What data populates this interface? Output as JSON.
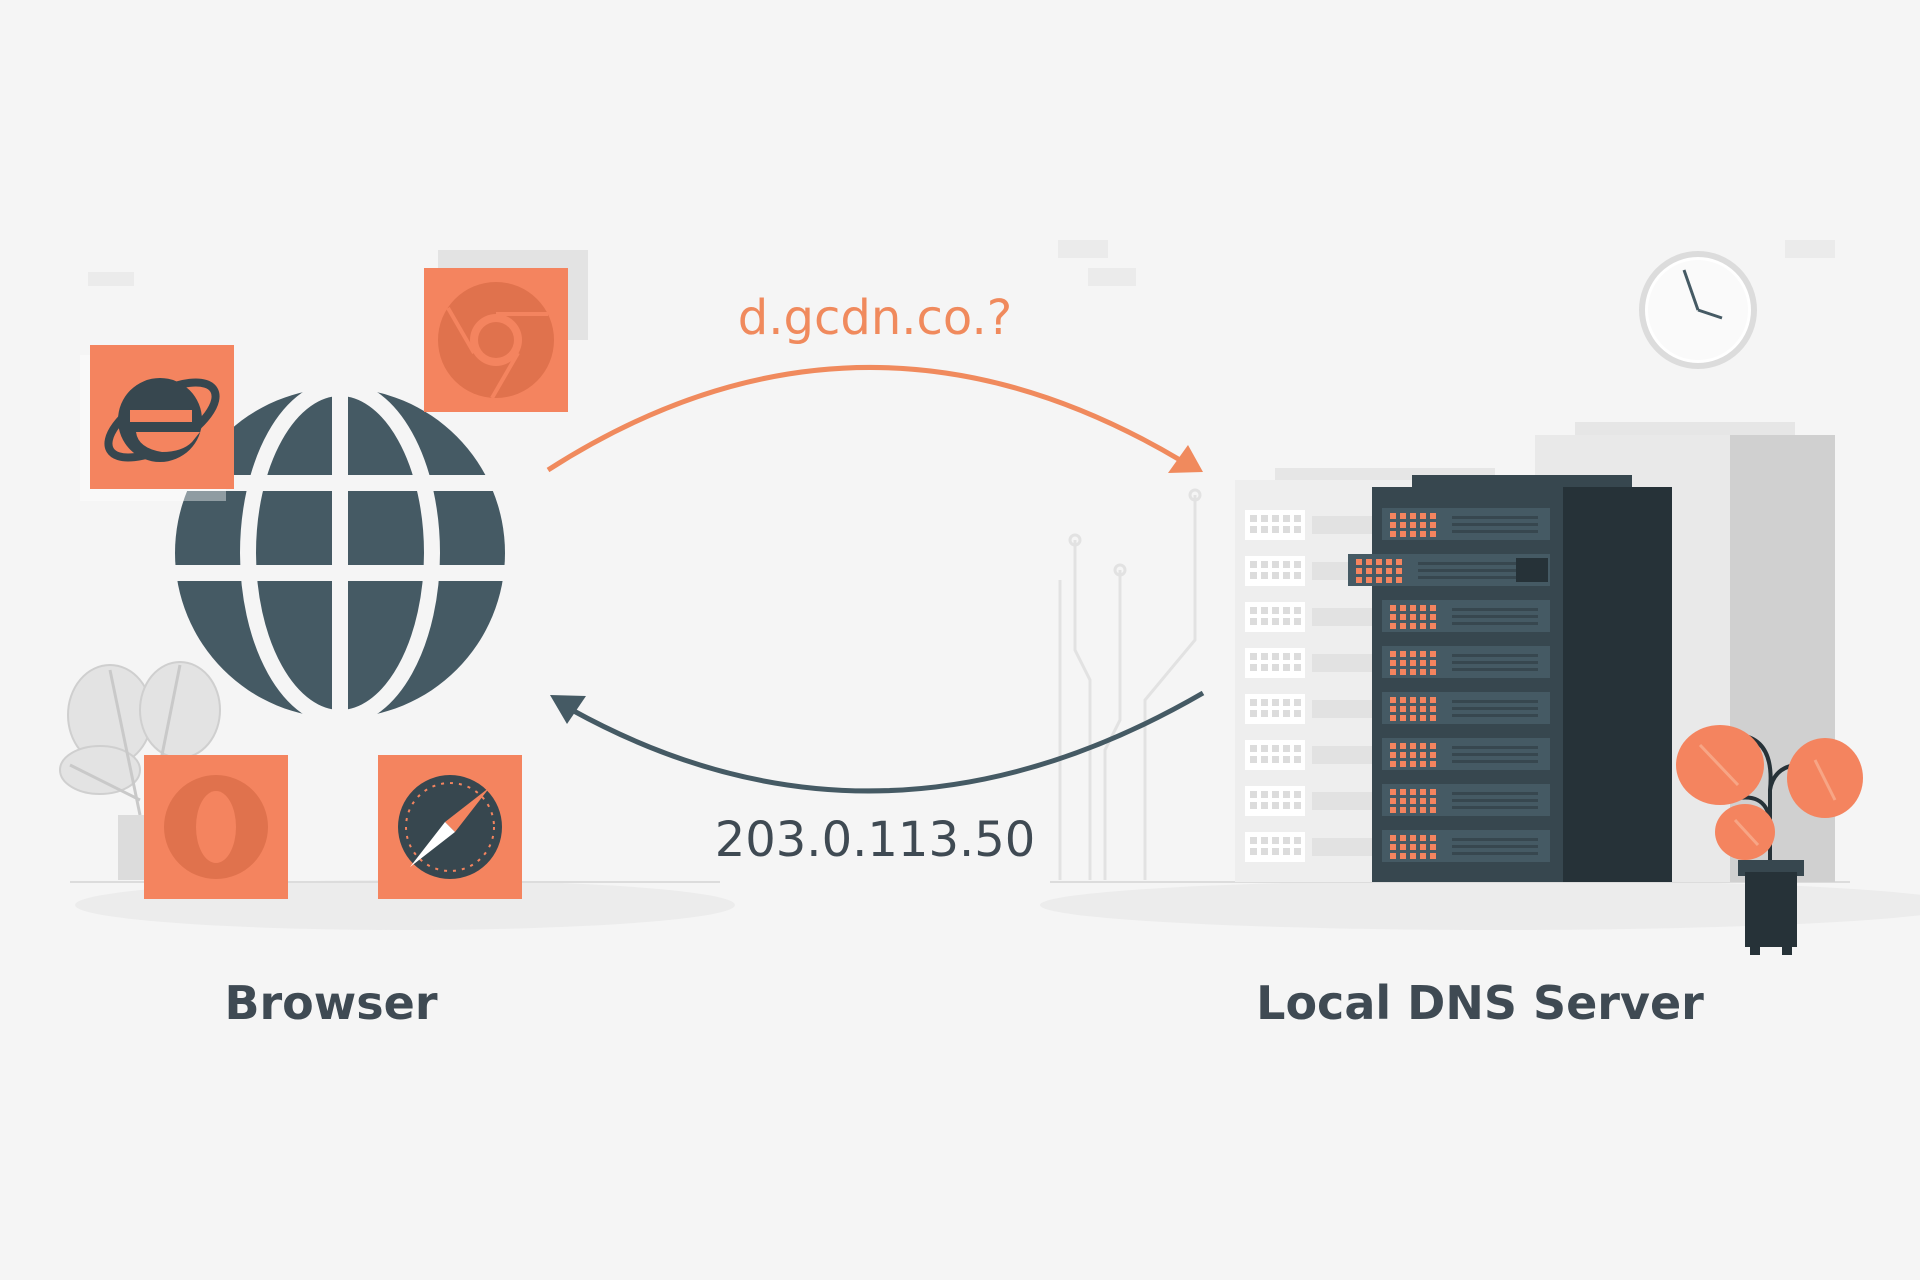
{
  "colors": {
    "background": "#f5f5f5",
    "accent": "#f4845f",
    "dark": "#3f4a53",
    "darker": "#263238",
    "light_gray": "#e6e6e6"
  },
  "diagram": {
    "query_text": "d.gcdn.co.?",
    "answer_text": "203.0.113.50",
    "left_node": {
      "label": "Browser",
      "icons": [
        "globe-icon",
        "internet-explorer-icon",
        "chrome-icon",
        "opera-icon",
        "safari-icon"
      ]
    },
    "right_node": {
      "label": "Local DNS Server",
      "icons": [
        "server-rack-icon",
        "wall-clock-icon",
        "potted-plant-icon"
      ]
    },
    "edges": [
      {
        "from": "Browser",
        "to": "Local DNS Server",
        "label": "d.gcdn.co.?",
        "color": "#f4845f"
      },
      {
        "from": "Local DNS Server",
        "to": "Browser",
        "label": "203.0.113.50",
        "color": "#3f4a53"
      }
    ]
  }
}
